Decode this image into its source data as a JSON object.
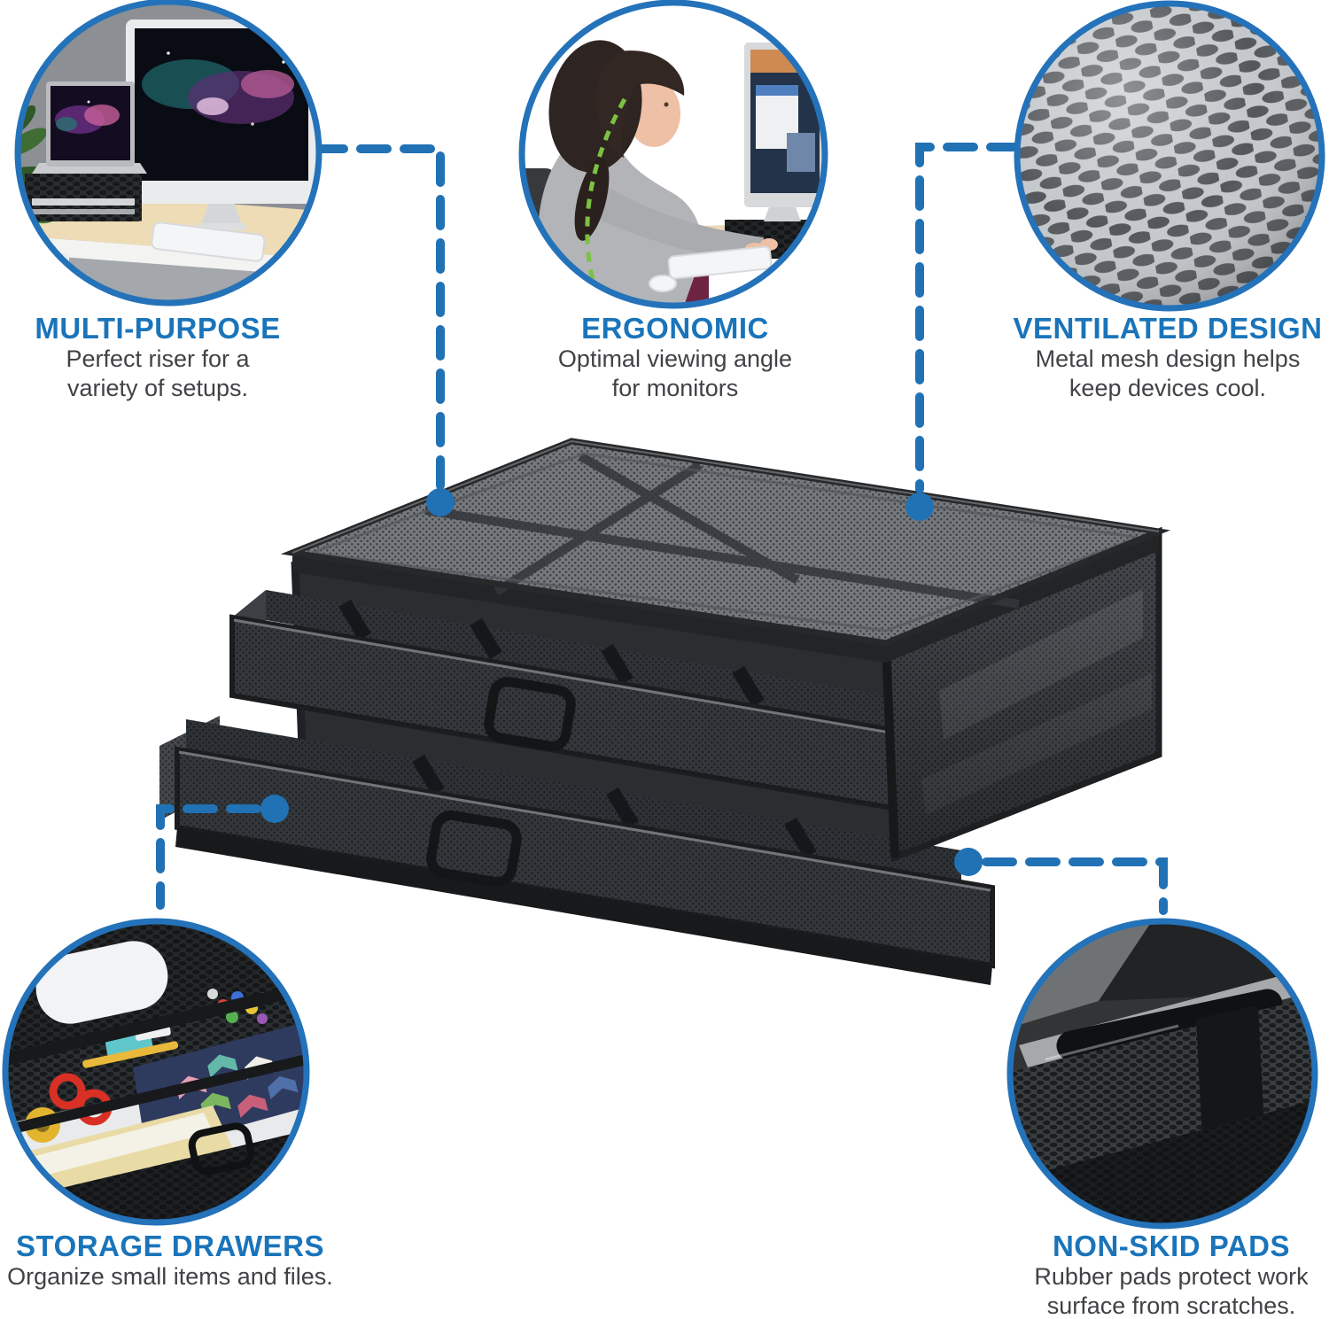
{
  "colors": {
    "title_blue": "#1a74ba",
    "connector_blue": "#2171b5",
    "circle_ring_blue": "#2472b9",
    "body_text_gray": "#414246",
    "product_black": "#232527",
    "background": "#ffffff"
  },
  "features": {
    "multi_purpose": {
      "title": "MULTI-PURPOSE",
      "lines": [
        "Perfect riser for a",
        "variety of setups."
      ]
    },
    "ergonomic": {
      "title": "ERGONOMIC",
      "lines": [
        "Optimal viewing angle",
        "for monitors"
      ]
    },
    "ventilated": {
      "title": "VENTILATED DESIGN",
      "lines": [
        "Metal mesh design helps",
        "keep devices cool."
      ]
    },
    "storage": {
      "title": "STORAGE DRAWERS",
      "lines": [
        "Organize small items and files."
      ]
    },
    "non_skid": {
      "title": "NON-SKID PADS",
      "lines": [
        "Rubber pads protect work",
        "surface from scratches."
      ]
    }
  },
  "photos": {
    "multi_purpose": "desk-setup-photo",
    "ergonomic": "seated-posture-photo",
    "ventilated": "mesh-texture-photo",
    "storage": "open-drawer-photo",
    "non_skid": "product-corner-photo"
  }
}
